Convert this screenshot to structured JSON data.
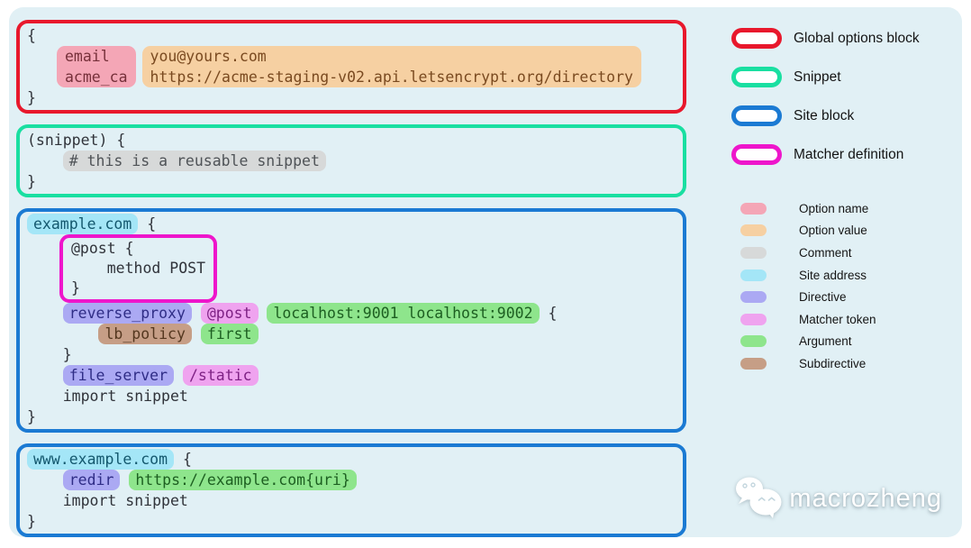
{
  "canvas": {
    "background": "#e1f0f5"
  },
  "token_styles": {
    "option-name": {
      "bg": "#f4a6b6",
      "fg": "#76303a"
    },
    "option-value": {
      "bg": "#f6d0a2",
      "fg": "#7a4a20"
    },
    "comment": {
      "bg": "#d7d9d9",
      "fg": "#4f5357"
    },
    "site-address": {
      "bg": "#a4e6f7",
      "fg": "#14586e"
    },
    "directive": {
      "bg": "#aba9f3",
      "fg": "#2f2d86"
    },
    "matcher-token": {
      "bg": "#efa3ef",
      "fg": "#7e2184"
    },
    "argument": {
      "bg": "#8ee58c",
      "fg": "#1d5f21"
    },
    "subdirective": {
      "bg": "#c69e86",
      "fg": "#54371f"
    }
  },
  "blocks": [
    {
      "name": "global-options-block",
      "border_color": "#e8182c",
      "lines": [
        {
          "segments": [
            {
              "token": "plain",
              "text": "{"
            }
          ]
        },
        {
          "option_pair": {
            "names": [
              "email",
              "acme_ca"
            ],
            "values": [
              "you@yours.com",
              "https://acme-staging-v02.api.letsencrypt.org/directory"
            ]
          }
        },
        {
          "segments": [
            {
              "token": "plain",
              "text": "}"
            }
          ]
        }
      ]
    },
    {
      "name": "snippet-block",
      "border_color": "#19dfa1",
      "lines": [
        {
          "segments": [
            {
              "token": "plain",
              "text": "(snippet) {"
            }
          ]
        },
        {
          "segments": [
            {
              "token": "plain",
              "text": "    "
            },
            {
              "token": "comment",
              "text": "# this is a reusable snippet"
            }
          ]
        },
        {
          "segments": [
            {
              "token": "plain",
              "text": "}"
            }
          ]
        }
      ]
    },
    {
      "name": "site-block-example-com",
      "border_color": "#1b7ad3",
      "lines": [
        {
          "segments": [
            {
              "token": "site-address",
              "text": "example.com"
            },
            {
              "token": "plain",
              "text": " {"
            }
          ]
        },
        {
          "matcher_box": {
            "border_color": "#ee16cb",
            "lines": [
              "@post {",
              "    method POST",
              "}"
            ]
          }
        },
        {
          "segments": [
            {
              "token": "plain",
              "text": "    "
            },
            {
              "token": "directive",
              "text": "reverse_proxy"
            },
            {
              "token": "plain",
              "text": " "
            },
            {
              "token": "matcher-token",
              "text": "@post"
            },
            {
              "token": "plain",
              "text": " "
            },
            {
              "token": "argument",
              "text": "localhost:9001 localhost:9002"
            },
            {
              "token": "plain",
              "text": " {"
            }
          ]
        },
        {
          "segments": [
            {
              "token": "plain",
              "text": "        "
            },
            {
              "token": "subdirective",
              "text": "lb_policy"
            },
            {
              "token": "plain",
              "text": " "
            },
            {
              "token": "argument",
              "text": "first"
            }
          ]
        },
        {
          "segments": [
            {
              "token": "plain",
              "text": "    }"
            }
          ]
        },
        {
          "segments": [
            {
              "token": "plain",
              "text": "    "
            },
            {
              "token": "directive",
              "text": "file_server"
            },
            {
              "token": "plain",
              "text": " "
            },
            {
              "token": "matcher-token",
              "text": "/static"
            }
          ]
        },
        {
          "segments": [
            {
              "token": "plain",
              "text": "    import snippet"
            }
          ]
        },
        {
          "segments": [
            {
              "token": "plain",
              "text": "}"
            }
          ]
        }
      ]
    },
    {
      "name": "site-block-www-example-com",
      "border_color": "#1b7ad3",
      "lines": [
        {
          "segments": [
            {
              "token": "site-address",
              "text": "www.example.com"
            },
            {
              "token": "plain",
              "text": " {"
            }
          ]
        },
        {
          "segments": [
            {
              "token": "plain",
              "text": "    "
            },
            {
              "token": "directive",
              "text": "redir"
            },
            {
              "token": "plain",
              "text": " "
            },
            {
              "token": "argument",
              "text": "https://example.com{uri}"
            }
          ]
        },
        {
          "segments": [
            {
              "token": "plain",
              "text": "    import snippet"
            }
          ]
        },
        {
          "segments": [
            {
              "token": "plain",
              "text": "}"
            }
          ]
        }
      ]
    }
  ],
  "legend_blocks": {
    "items": [
      {
        "label": "Global options block",
        "color": "#e8182c"
      },
      {
        "label": "Snippet",
        "color": "#19dfa1"
      },
      {
        "label": "Site block",
        "color": "#1b7ad3"
      },
      {
        "label": "Matcher definition",
        "color": "#ee16cb"
      }
    ]
  },
  "legend_tokens": {
    "items": [
      {
        "label": "Option name",
        "token": "option-name"
      },
      {
        "label": "Option value",
        "token": "option-value"
      },
      {
        "label": "Comment",
        "token": "comment"
      },
      {
        "label": "Site address",
        "token": "site-address"
      },
      {
        "label": "Directive",
        "token": "directive"
      },
      {
        "label": "Matcher token",
        "token": "matcher-token"
      },
      {
        "label": "Argument",
        "token": "argument"
      },
      {
        "label": "Subdirective",
        "token": "subdirective"
      }
    ]
  },
  "watermark": {
    "text": "macrozheng"
  }
}
